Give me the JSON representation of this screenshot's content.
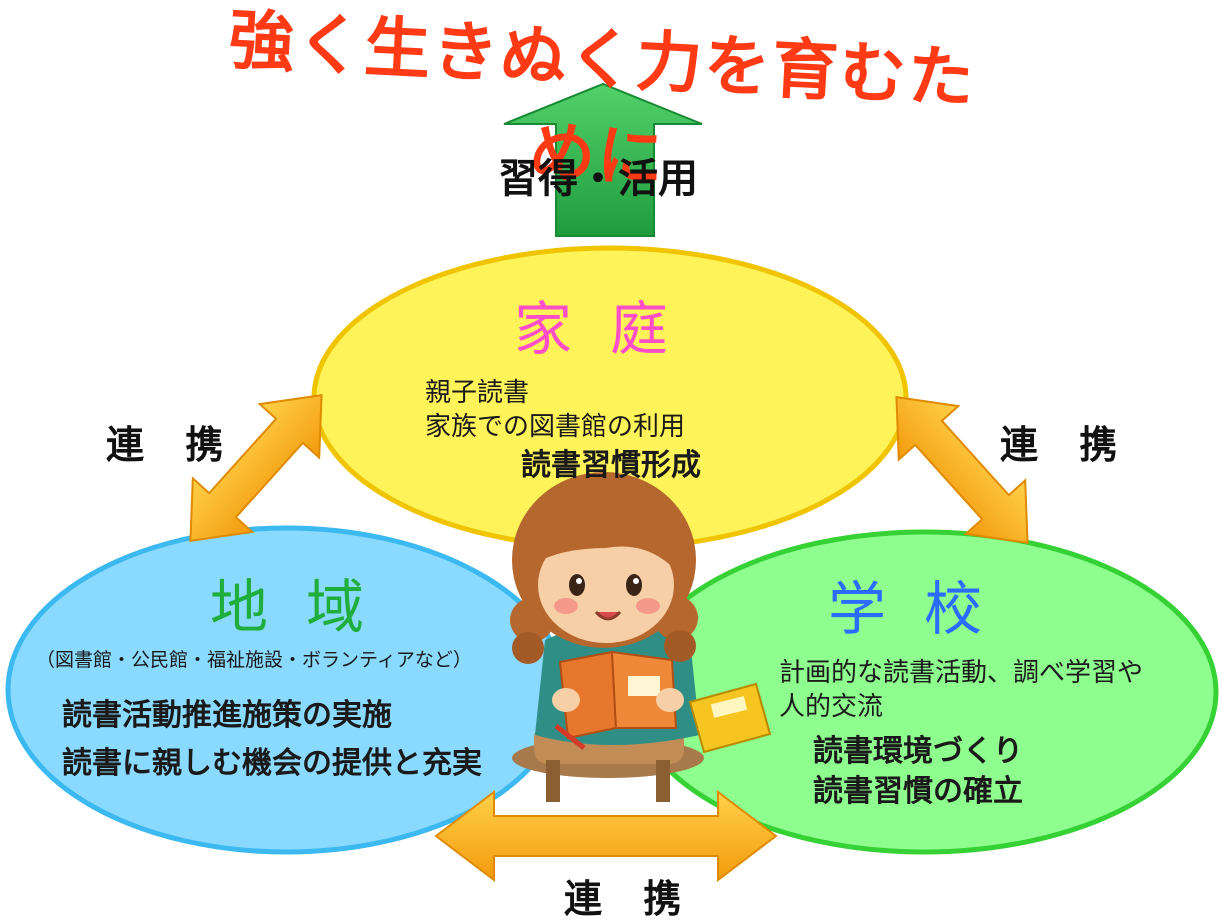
{
  "title": "強く生きぬく力を育むために",
  "arrow_label": "習得・活用",
  "link_label": "連携",
  "link_labels": {
    "left": "連 携",
    "right": "連 携",
    "bottom": "連 携"
  },
  "home": {
    "heading": "家庭",
    "lines": [
      "親子読書",
      "家族での図書館の利用"
    ],
    "emphasis": [
      "読書習慣形成"
    ]
  },
  "community": {
    "heading": "地域",
    "note": "（図書館・公民館・福祉施設・ボランティアなど）",
    "emphasis": [
      "読書活動推進施策の実施",
      "読書に親しむ機会の提供と充実"
    ]
  },
  "school": {
    "heading": "学校",
    "lines": [
      "計画的な読書活動、調べ学習や",
      "人的交流"
    ],
    "emphasis": [
      "読書環境づくり",
      "読書習慣の確立"
    ]
  },
  "colors": {
    "title": "#ff3a14",
    "up_arrow": "#2bb24c",
    "home_fill": "#fff35a",
    "home_border": "#f0c400",
    "home_heading": "#ff4ec8",
    "community_fill": "#8ad9ff",
    "community_border": "#3bb9f0",
    "community_heading": "#1fae3c",
    "school_fill": "#8eff8e",
    "school_border": "#35d135",
    "school_heading": "#2b6cff",
    "link_arrow": "#f9b21a"
  }
}
